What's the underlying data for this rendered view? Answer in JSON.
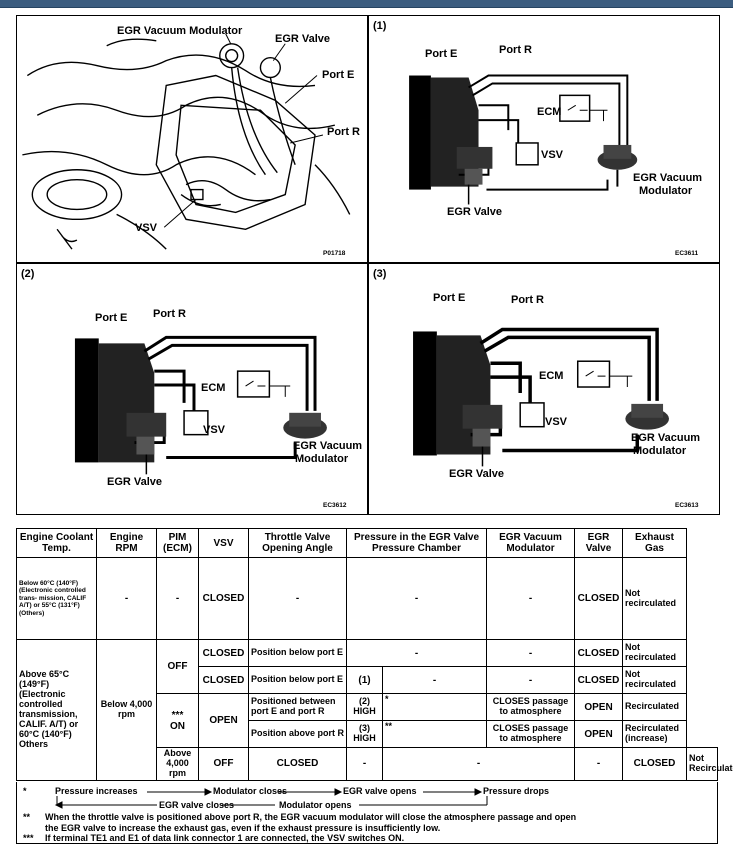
{
  "panels": {
    "engine": {
      "labels": {
        "egr_vacuum_modulator": "EGR Vacuum Modulator",
        "egr_valve": "EGR Valve",
        "port_e": "Port E",
        "port_r": "Port R",
        "vsv": "VSV"
      },
      "code": "P01718"
    },
    "diagram1": {
      "number": "(1)",
      "labels": {
        "port_e": "Port E",
        "port_r": "Port R",
        "ecm": "ECM",
        "vsv": "VSV",
        "modulator_line1": "EGR Vacuum",
        "modulator_line2": "Modulator",
        "egr_valve": "EGR Valve"
      },
      "code": "EC3611"
    },
    "diagram2": {
      "number": "(2)",
      "labels": {
        "port_e": "Port E",
        "port_r": "Port R",
        "ecm": "ECM",
        "vsv": "VSV",
        "modulator_line1": "EGR Vacuum",
        "modulator_line2": "Modulator",
        "egr_valve": "EGR Valve"
      },
      "code": "EC3612"
    },
    "diagram3": {
      "number": "(3)",
      "labels": {
        "port_e": "Port E",
        "port_r": "Port R",
        "ecm": "ECM",
        "vsv": "VSV",
        "modulator_line1": "EGR Vacuum",
        "modulator_line2": "Modulator",
        "egr_valve": "EGR Valve"
      },
      "code": "EC3613"
    }
  },
  "table": {
    "headers": {
      "coolant": "Engine Coolant Temp.",
      "rpm": "Engine RPM",
      "pim": "PIM (ECM)",
      "vsv": "VSV",
      "throttle": "Throttle Valve Opening Angle",
      "pressure": "Pressure in the EGR Valve Pressure Chamber",
      "modulator": "EGR Vacuum Modulator",
      "egr_valve": "EGR Valve",
      "exhaust": "Exhaust Gas"
    },
    "row1": {
      "coolant": "Below 60°C (140°F) (Electronic controlled trans- mission, CALIF A/T) or 55°C (131°F) (Others)",
      "rpm": "-",
      "pim": "-",
      "vsv": "CLOSED",
      "throttle": "-",
      "pressure": "-",
      "modulator": "-",
      "egr": "CLOSED",
      "exhaust": "Not recirculated"
    },
    "group_coolant": "Above 65°C (149°F) (Electronic controlled transmission, CALIF. A/T) or 60°C (140°F) Others",
    "group_rpm": "Below 4,000 rpm",
    "pim_off": "OFF",
    "pim_on_mark": "***",
    "pim_on": "ON",
    "vsv_open": "OPEN",
    "row2": {
      "vsv": "CLOSED",
      "throttle": "Position below port E",
      "pressure": "-",
      "modulator": "-",
      "egr": "CLOSED",
      "exhaust": "Not recirculated"
    },
    "row3": {
      "vsv": "CLOSED",
      "throttle": "Position below port E",
      "p_num": "(1)",
      "p_mark": "",
      "p_detail": "-",
      "modulator": "-",
      "egr": "CLOSED",
      "exhaust": "Not recirculated"
    },
    "row4": {
      "throttle": "Positioned between port E and port R",
      "p_num": "(2) HIGH",
      "p_mark": "*",
      "modulator": "CLOSES passage to atmosphere",
      "egr": "OPEN",
      "exhaust": "Recirculated"
    },
    "row5": {
      "throttle": "Position above port R",
      "p_num": "(3) HIGH",
      "p_mark": "**",
      "modulator": "CLOSES passage to atmosphere",
      "egr": "OPEN",
      "exhaust": "Recirculated (increase)"
    },
    "row6": {
      "rpm": "Above 4,000 rpm",
      "pim": "OFF",
      "vsv": "CLOSED",
      "throttle": "-",
      "pressure": "-",
      "modulator": "-",
      "egr": "CLOSED",
      "exhaust": "Not Recirculated"
    }
  },
  "footnotes": {
    "star1_mark": "*",
    "star1_a": "Pressure increases",
    "star1_b": "Modulator closes",
    "star1_c": "EGR valve opens",
    "star1_d": "Pressure drops",
    "star1_e": "EGR valve closes",
    "star1_f": "Modulator opens",
    "star2_mark": "**",
    "star2_line1": "When the throttle valve is positioned above port R, the EGR vacuum modulator will close the atmosphere passage and open",
    "star2_line2": "the EGR valve to increase the exhaust gas, even if the exhaust pressure is insufficiently low.",
    "star3_mark": "***",
    "star3_text": "If terminal TE1 and E1 of data link connector 1 are connected, the VSV switches ON."
  }
}
